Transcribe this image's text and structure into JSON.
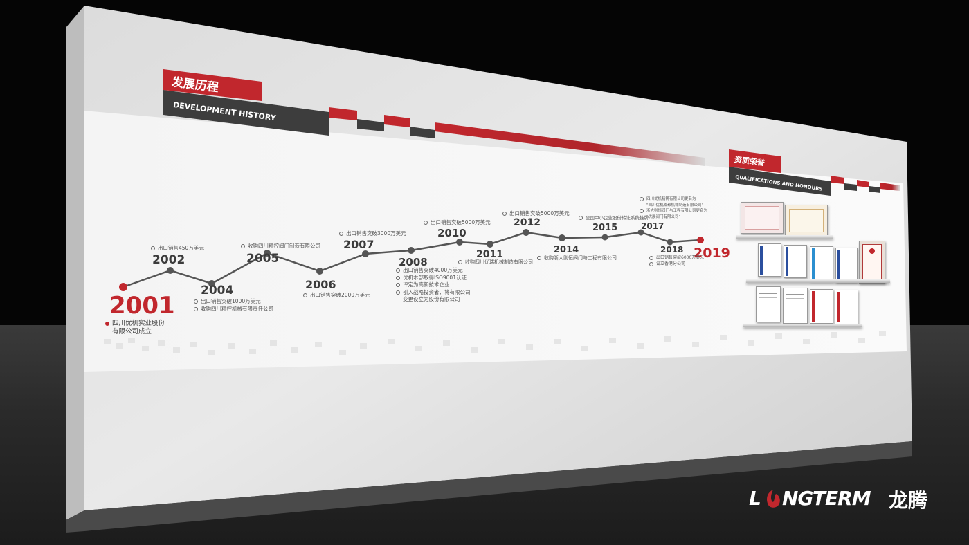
{
  "panel": {
    "title_cn": "发展历程",
    "title_en": "DEVELOPMENT HISTORY"
  },
  "timeline": [
    {
      "year": "2001",
      "notes": [
        "四川优机实业股份",
        "有限公司成立"
      ]
    },
    {
      "year": "2002",
      "notes": [
        "出口销售450万美元"
      ]
    },
    {
      "year": "2004",
      "notes": [
        "出口销售突破1000万美元",
        "收购四川精控机械有限责任公司"
      ]
    },
    {
      "year": "2005",
      "notes": [
        "收购四川精控阀门制造有限公司"
      ]
    },
    {
      "year": "2006",
      "notes": [
        "出口销售突破2000万美元"
      ]
    },
    {
      "year": "2007",
      "notes": [
        "出口销售突破3000万美元"
      ]
    },
    {
      "year": "2008",
      "notes": [
        "出口销售突破4000万美元",
        "优机本部取得ISO9001认证",
        "评定为高新技术企业",
        "引入战略投资者，将有限公司",
        "变更设立为股份有限公司"
      ]
    },
    {
      "year": "2010",
      "notes": [
        "出口销售突破5000万美元"
      ]
    },
    {
      "year": "2011",
      "notes": [
        "收购四川优瑞机械制造有限公司"
      ]
    },
    {
      "year": "2012",
      "notes": [
        "出口销售突破5000万美元"
      ]
    },
    {
      "year": "2014",
      "notes": [
        "收购浙大则恒阀门与工程有限公司"
      ]
    },
    {
      "year": "2015",
      "notes": [
        "全国中小企业股份转让系统挂牌"
      ]
    },
    {
      "year": "2017",
      "notes": [
        "四川优机精铸有限公司更名为",
        "\"四川优机成都机械制造有限公司\"",
        "浙大则恒阀门与工程有限公司更名为",
        "\"优展阀门有限公司\""
      ]
    },
    {
      "year": "2018",
      "notes": [
        "出口销售突破6000万美元",
        "设立香港分公司"
      ]
    },
    {
      "year": "2019",
      "notes": []
    }
  ],
  "honours": {
    "title_cn": "资质荣誉",
    "title_en": "QUALIFICATIONS AND HONOURS"
  },
  "logo": {
    "text_a": "L",
    "text_b": "NGTERM",
    "text_cn": "龙腾"
  },
  "colors": {
    "accent_red": "#c1272d",
    "dark_gray": "#3d3d3d",
    "wall": "#e6e6e6"
  }
}
